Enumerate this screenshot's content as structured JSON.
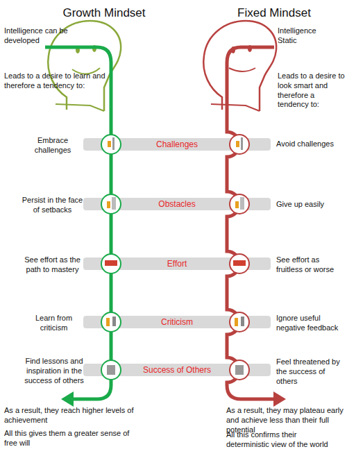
{
  "diagram": {
    "nodes": [
      {
        "text": [
          "Challenges"
        ]
      },
      {
        "text": [
          "Obstacles"
        ]
      },
      {
        "text": [
          "Effort"
        ]
      },
      {
        "text": [
          "Criticism"
        ]
      },
      {
        "text": [
          "Success of Others"
        ]
      }
    ],
    "labels": [
      "Growth Mindset",
      "Fixed Mindset",
      "Intelligence can be developed",
      "Intelligence Static",
      "Leads to a desire to learn and therefore a tendency to:",
      "Leads to a desire to look smart and therefore a tendency to:",
      "Embrace challenges",
      "Avoid challenges",
      "Persist in the face of setbacks",
      "Give up easily",
      "See effort as the path to mastery",
      "See effort as fruitless or worse",
      "Learn from criticism",
      "Ignore useful negative feedback",
      "Find lessons and inspiration in the success of others",
      "Feel threatened by the success of others",
      "As a result, they reach higher levels of achievement",
      "As a result, they may plateau early and achieve less than their full potential",
      "All this gives them a greater sense of free will",
      "All this confirms their deterministic view of the world"
    ]
  }
}
